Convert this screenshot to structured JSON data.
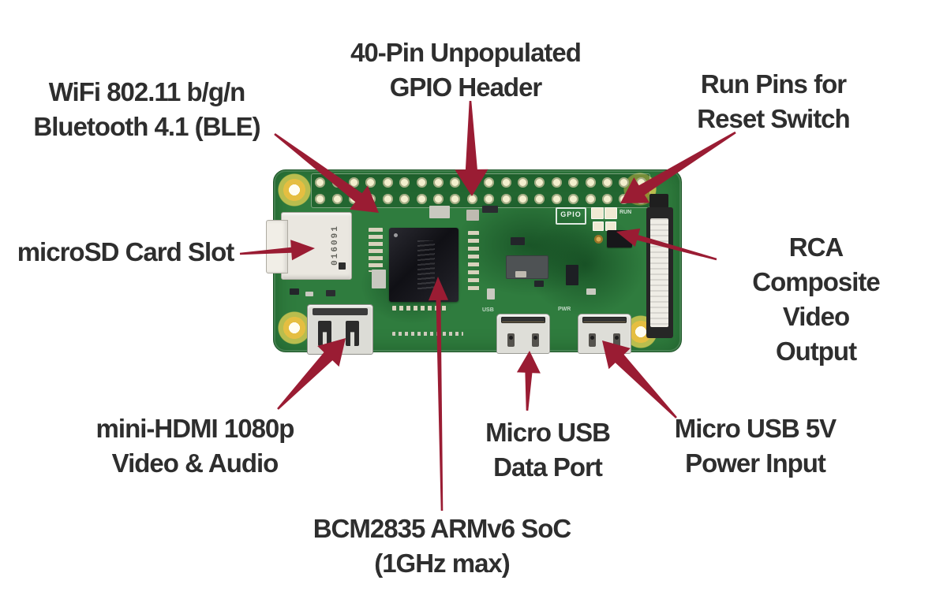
{
  "colors": {
    "arrow_fill": "#9A1C33",
    "pcb_green": "#2F7C3E",
    "label_text": "#2E2E2E",
    "background": "#FFFFFF"
  },
  "annotations": {
    "gpio_header": "40-Pin Unpopulated\nGPIO Header",
    "wifi_bluetooth": "WiFi 802.11 b/g/n\nBluetooth 4.1 (BLE)",
    "run_pins": "Run Pins for\nReset Switch",
    "microsd": "microSD Card Slot",
    "rca_video": "RCA Composite\nVideo Output",
    "mini_hdmi": "mini-HDMI 1080p\nVideo & Audio",
    "usb_data": "Micro USB\nData Port",
    "usb_power": "Micro USB 5V\nPower Input",
    "soc": "BCM2835 ARMv6 SoC\n(1GHz max)"
  },
  "board": {
    "gpio_pin_count": 40,
    "silkscreen_gpio": "GPIO",
    "silkscreen_run": "RUN",
    "silkscreen_usb": "USB",
    "silkscreen_pwr": "PWR",
    "sd_card_text": "016091"
  }
}
